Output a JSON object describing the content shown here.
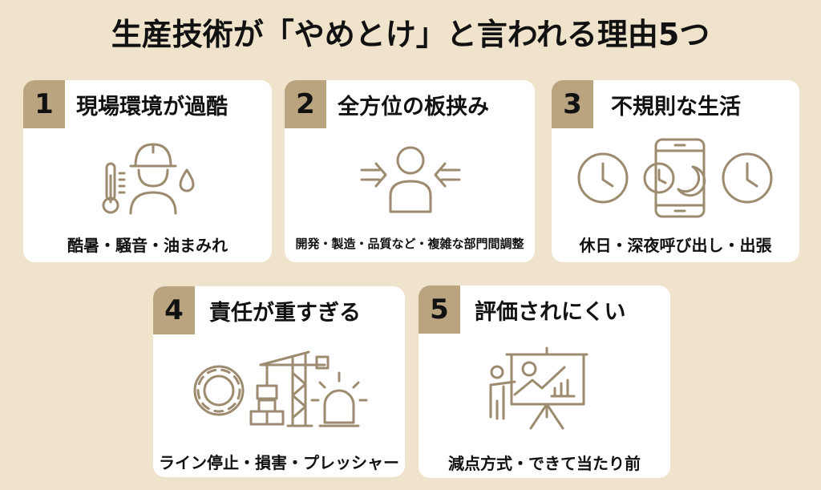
{
  "title": "生産技術が「やめとけ」と言われる理由5つ",
  "colors": {
    "background": "#efe3cb",
    "card": "#ffffff",
    "number_badge": "#b9a47f",
    "icon_stroke": "#9c8b6e",
    "text": "#111111"
  },
  "reasons": [
    {
      "number": "1",
      "heading": "現場環境が過酷",
      "icon": "worker-heat-icon",
      "caption": "酷暑・騒音・油まみれ"
    },
    {
      "number": "2",
      "heading": "全方位の板挟み",
      "icon": "person-pressured-icon",
      "caption": "開発・製造・品質など・複雑な部門間調整"
    },
    {
      "number": "3",
      "heading": "不規則な生活",
      "icon": "clocks-phone-icon",
      "caption": "休日・深夜呼び出し・出張"
    },
    {
      "number": "4",
      "heading": "責任が重すぎる",
      "icon": "gear-crane-alarm-icon",
      "caption": "ライン停止・損害・プレッシャー"
    },
    {
      "number": "5",
      "heading": "評価されにくい",
      "icon": "presentation-icon",
      "caption": "減点方式・できて当たり前"
    }
  ]
}
